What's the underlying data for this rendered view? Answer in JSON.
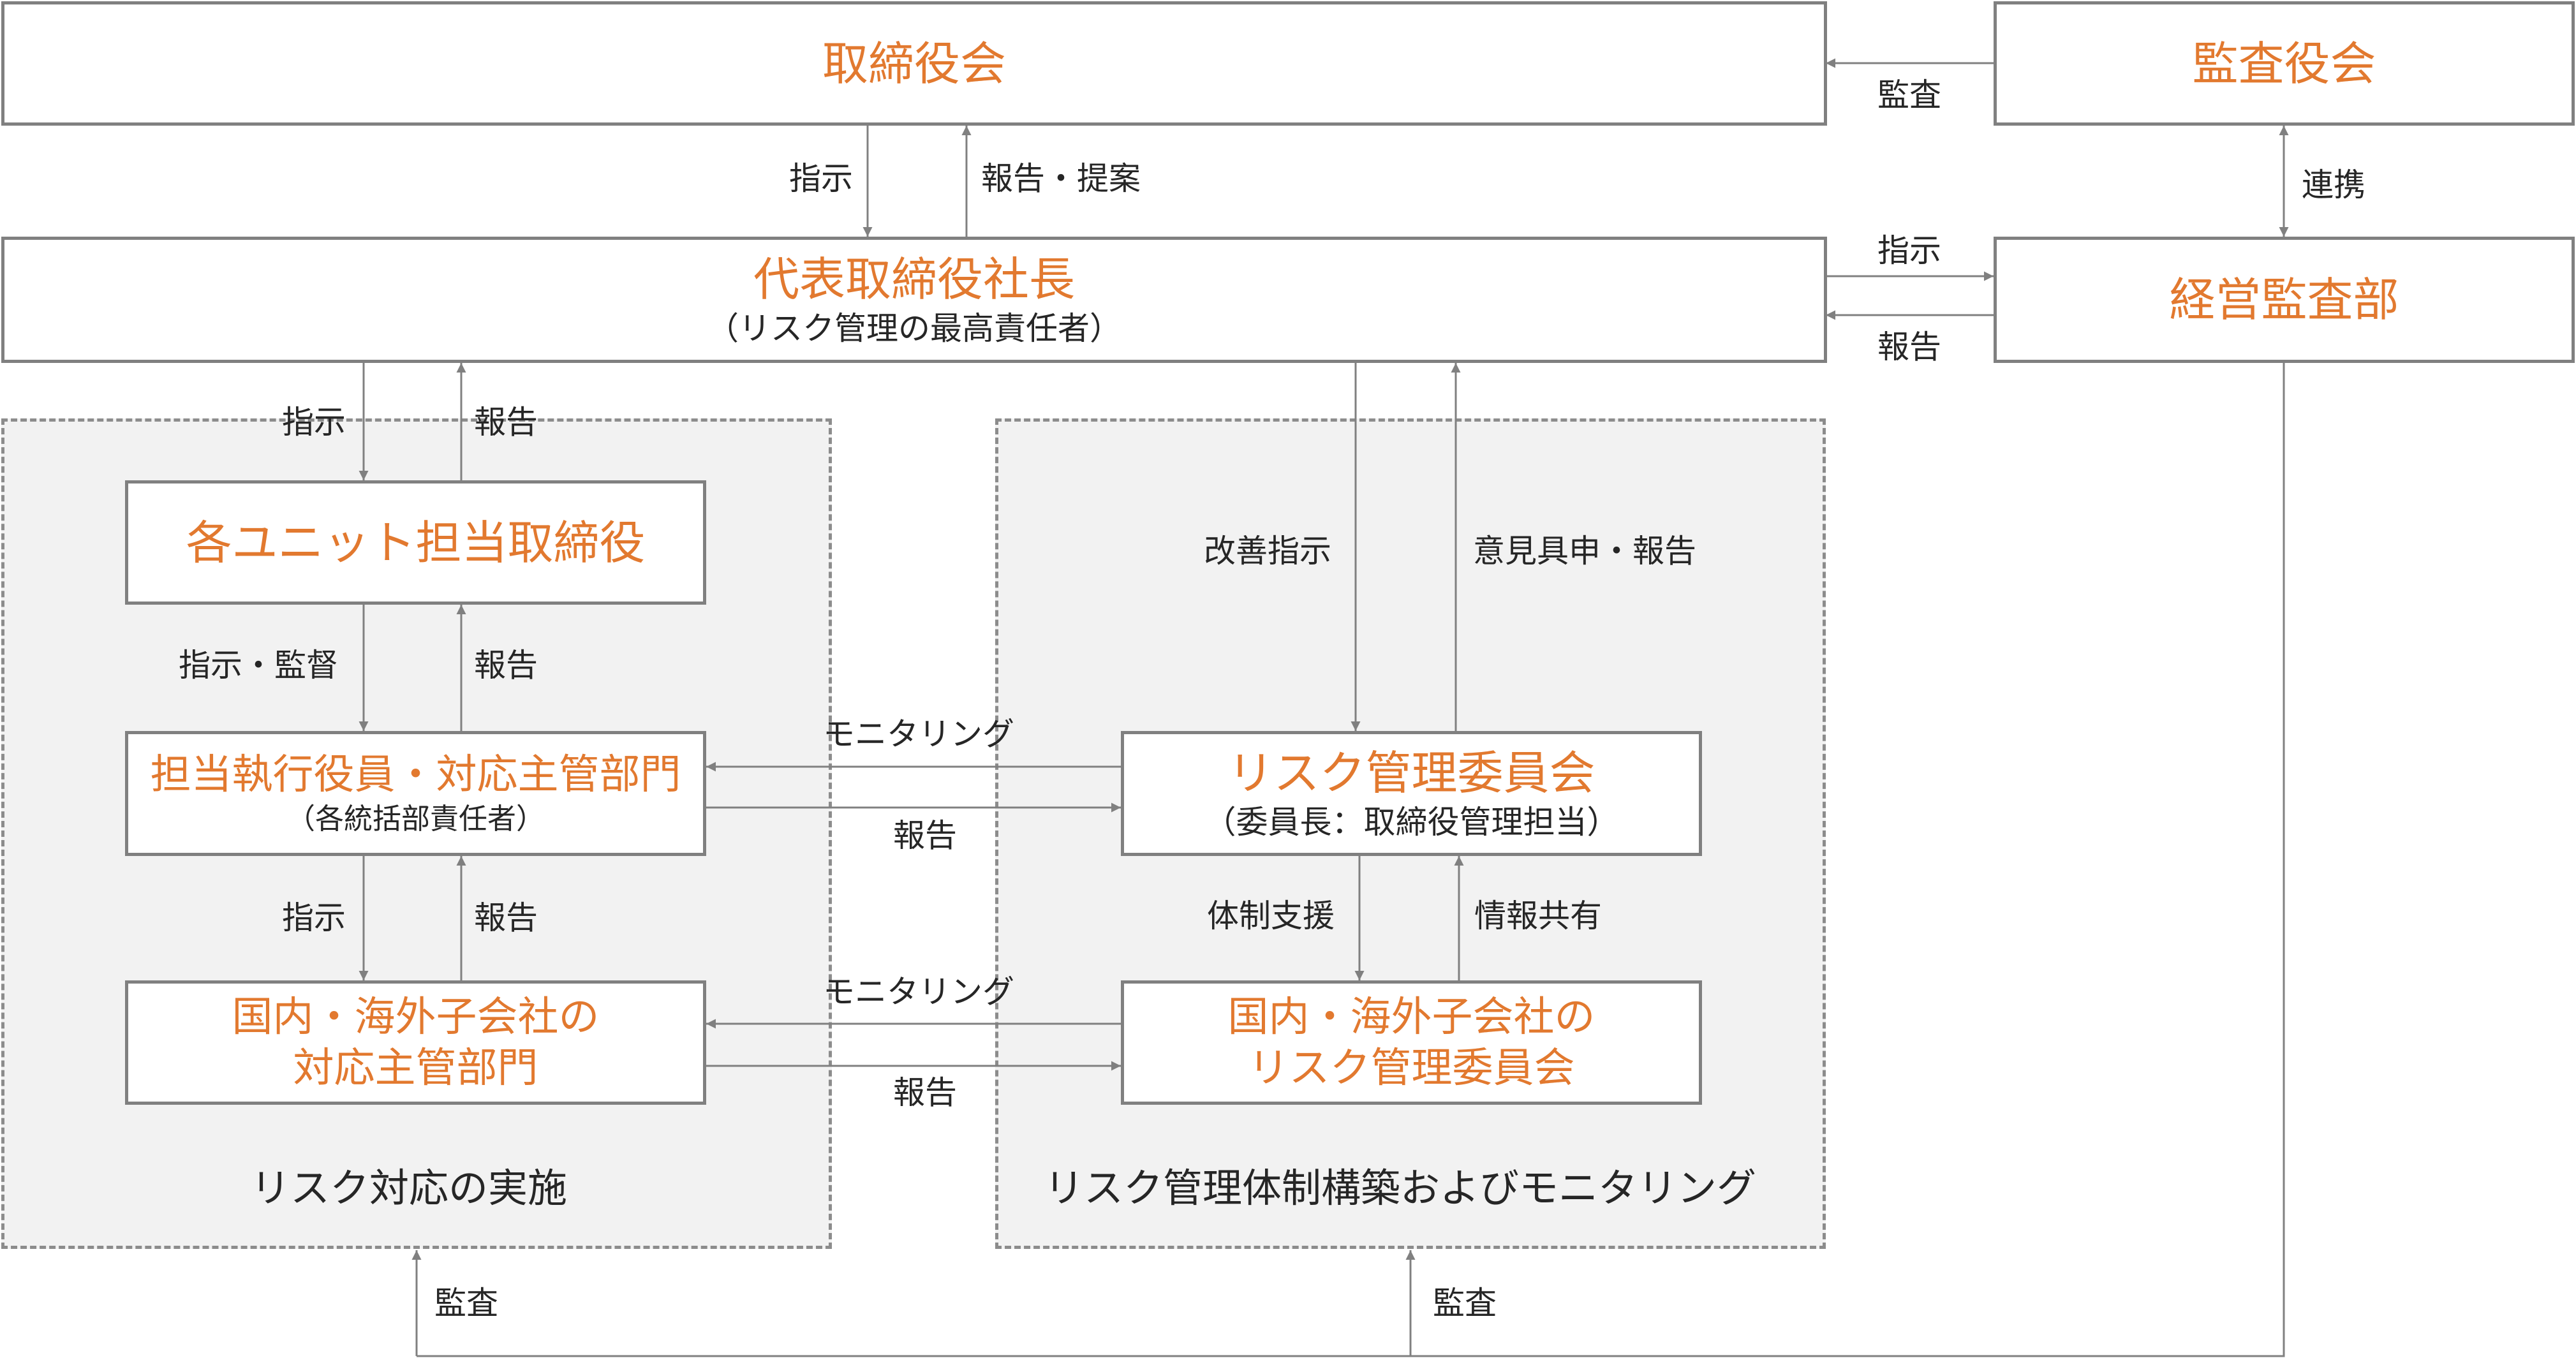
{
  "boxes": {
    "board": "取締役会",
    "auditors": "監査役会",
    "president": "代表取締役社長",
    "president_sub": "（リスク管理の最高責任者）",
    "audit_dept": "経営監査部",
    "unit_directors": "各ユニット担当取締役",
    "exec_officers": "担当執行役員・対応主管部門",
    "exec_officers_sub": "（各統括部責任者）",
    "subsidiaries_dept_l1": "国内・海外子会社の",
    "subsidiaries_dept_l2": "対応主管部門",
    "risk_committee": "リスク管理委員会",
    "risk_committee_sub": "（委員長：取締役管理担当）",
    "sub_committee_l1": "国内・海外子会社の",
    "sub_committee_l2": "リスク管理委員会"
  },
  "groups": {
    "left_title": "リスク対応の実施",
    "right_title": "リスク管理体制構築およびモニタリング"
  },
  "labels": {
    "audit_to_board": "監査",
    "board_instruct": "指示",
    "report_proposal": "報告・提案",
    "cooperation": "連携",
    "instruct_audit_dept": "指示",
    "report_from_audit_dept": "報告",
    "president_instruct_units": "指示",
    "units_report": "報告",
    "improve_instruct": "改善指示",
    "opinion_report": "意見具申・報告",
    "instruct_supervise": "指示・監督",
    "exec_report": "報告",
    "monitoring_1": "モニタリング",
    "report_1": "報告",
    "instruct_sub": "指示",
    "sub_report": "報告",
    "system_support": "体制支援",
    "info_share": "情報共有",
    "monitoring_2": "モニタリング",
    "report_2": "報告",
    "audit_left": "監査",
    "audit_right": "監査"
  },
  "colors": {
    "accent_text": "#e2792f",
    "border": "#808080",
    "group_bg": "#f2f2f2",
    "text": "#262626"
  }
}
